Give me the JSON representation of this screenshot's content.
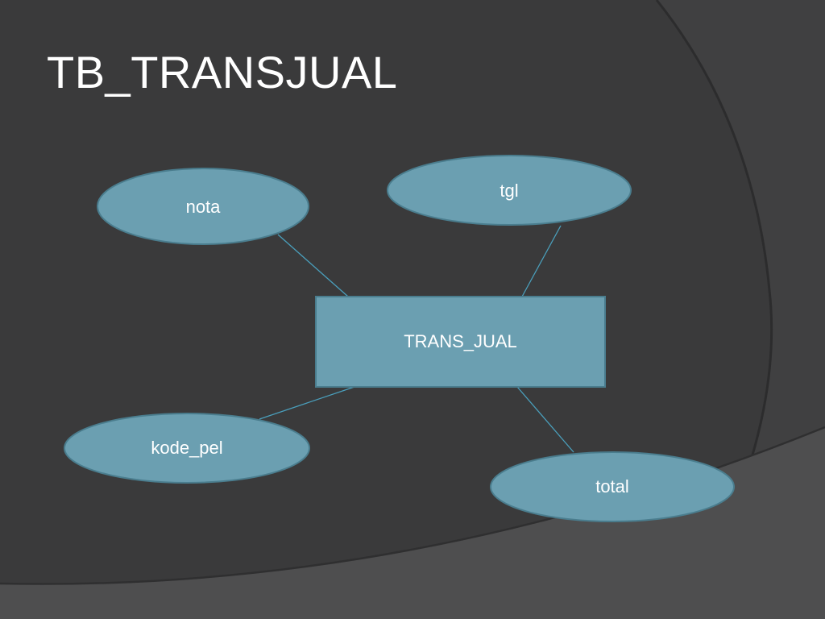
{
  "slide": {
    "title": "TB_TRANSJUAL"
  },
  "diagram": {
    "entity": {
      "label": "TRANS_JUAL"
    },
    "attributes": [
      {
        "id": "nota",
        "label": "nota"
      },
      {
        "id": "tgl",
        "label": "tgl"
      },
      {
        "id": "kode_pel",
        "label": "kode_pel"
      },
      {
        "id": "total",
        "label": "total"
      }
    ]
  },
  "colors": {
    "background": "#3a3a3b",
    "shape_fill": "#6b9fb1",
    "shape_stroke": "#4a7d8e",
    "connector": "#4a9fbc",
    "text": "#ffffff"
  }
}
